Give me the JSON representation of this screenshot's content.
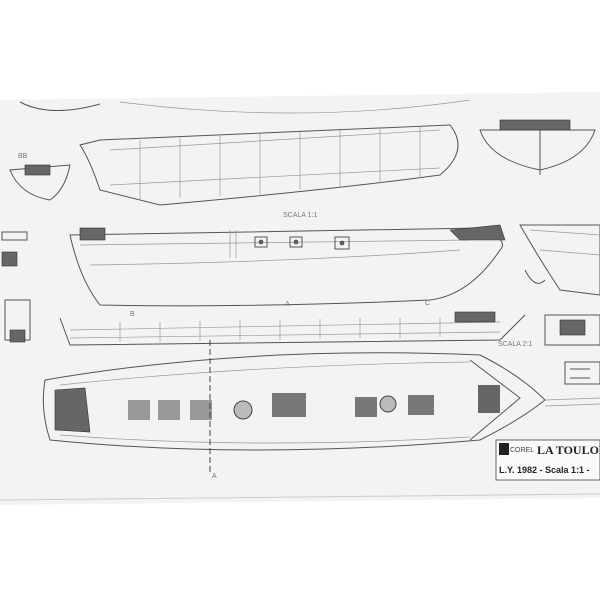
{
  "title_block": {
    "brand": "COREL",
    "ship_name": "LA TOULONN",
    "subtitle": "L.Y. 1982 - Scala 1:1 -"
  },
  "labels": {
    "scale_1": "SCALA 1:1",
    "scale_2": "SCALA 2:1",
    "section_a": "A",
    "section_b": "B",
    "section_c": "C",
    "section_a_bottom": "A"
  },
  "colors": {
    "paper": "#f4f4f6",
    "background": "#ffffff",
    "ink": "#555555"
  }
}
